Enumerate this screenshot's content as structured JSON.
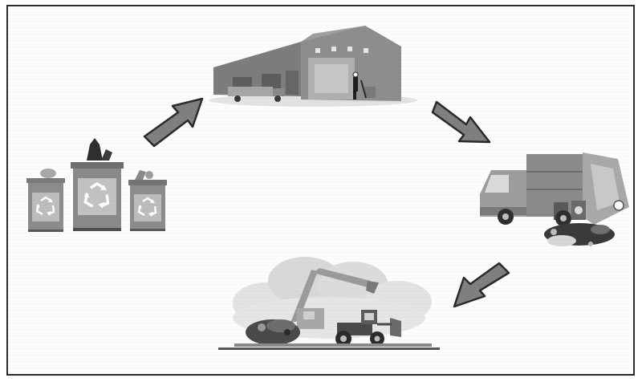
{
  "diagram": {
    "stages": [
      {
        "id": "recycling-bins",
        "icon": "recycle-icon"
      },
      {
        "id": "warehouse",
        "icon": "warehouse-icon"
      },
      {
        "id": "garbage-truck",
        "icon": "garbage-truck-icon"
      },
      {
        "id": "landfill",
        "icon": "excavator-icon"
      }
    ],
    "flow": [
      "recycling-bins",
      "warehouse",
      "garbage-truck",
      "landfill"
    ],
    "colors": {
      "frame": "#2b2b2b",
      "arrow_fill": "#7f7f7f",
      "arrow_stroke": "#2a2a2a",
      "bin_body": "#8c8c8c",
      "bin_label": "#bdbdbd",
      "warehouse": "#8a8a8a",
      "truck": "#9a9a9a",
      "landfill_cloud": "#d8d8d8"
    }
  }
}
